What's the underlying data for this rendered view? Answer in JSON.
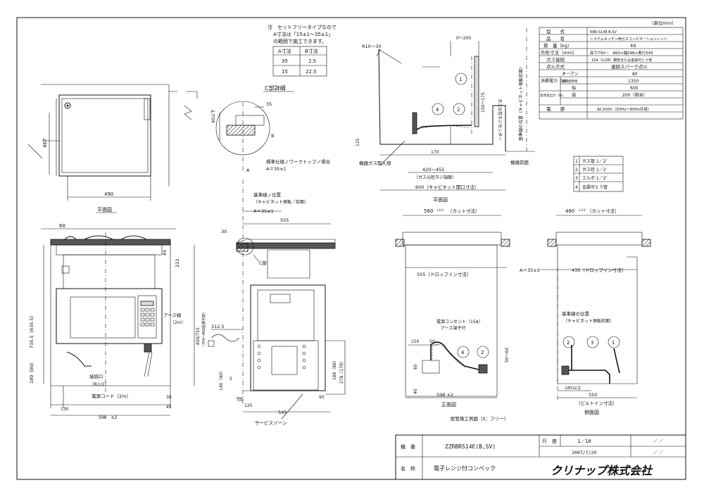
{
  "note": {
    "line1": "注　セットフリータイプなので",
    "line2": "A寸法は「15±1〜35±1」",
    "line3": "の範囲で施工できます。",
    "table_headers": [
      "A寸法",
      "B寸法"
    ],
    "table_rows": [
      [
        "35",
        "2.5"
      ],
      [
        "15",
        "22.5"
      ]
    ]
  },
  "spec": {
    "unit": "（単位mm）",
    "rows": [
      {
        "label": "型　　式",
        "value": "RBR-S14E-B,SV"
      },
      {
        "label": "品　　名",
        "value": "システムキッチン用ガスコンビネーションレンジ"
      },
      {
        "label": "質　量（kg）",
        "value": "49"
      },
      {
        "label": "外形寸法（mm）",
        "value": "高サ750〜　860×幅598×奥行545"
      },
      {
        "label": "ガス接続",
        "value": "15A（1/2B）鋼管または金属可とう管"
      },
      {
        "label": "点火方式",
        "value": "連続スパーク点火"
      }
    ],
    "power_label": "消費電力（W）",
    "power_rows": [
      {
        "sub": "オーブン",
        "value": "80"
      },
      {
        "sub": "同時使用時",
        "value": "1350"
      }
    ],
    "hf_label": "高周波出力（W）",
    "hf_rows": [
      {
        "sub": "強",
        "value": "600"
      },
      {
        "sub": "弱",
        "value": "200（相当）"
      }
    ],
    "source": {
      "label": "電　　源",
      "value": "AC100V（50Hz〜60Hz共用）"
    }
  },
  "parts": [
    {
      "no": "1",
      "name": "ガス管 1／2″"
    },
    {
      "no": "2",
      "name": "ガス栓 1／2″"
    },
    {
      "no": "3",
      "name": "エルボ 1／2″"
    },
    {
      "no": "4",
      "name": "金属可とう管"
    }
  ],
  "views": {
    "plan": "平面図",
    "plan2": "平面図",
    "front": "正面図",
    "side": "側面図",
    "c_detail": "C部詳細",
    "c_part": "C部",
    "piping": "配管施工例図（S：フリー）",
    "service_zone": "サービスゾーン"
  },
  "labels": {
    "worktop": "標準仕様ノワークトップノ場合",
    "a35": "A＝35±1",
    "a35b": "A＝35±1",
    "a35c": "A＝35±1",
    "ref_line": "基準線ノ位置",
    "ref_line_sub": "（キャビネット側板／前面）",
    "ref_line2": "基準線の位置",
    "ref_line2_sub": "（キャビネット側板前面）",
    "gas_inlet": "機器ガス取入部",
    "unit_front": "機器前面",
    "gas_center": "ガス元栓ネジセンター",
    "ref_vertical": "基準線の位置（キャビネット側板前面）",
    "earth": "アース線",
    "earth_len": "（2m）",
    "conn": "接続口",
    "conn_size": "（R1/2）",
    "cord": "電源コード（2m）",
    "outlet": "電源コンセント（15A）",
    "earth_terminal": "アース端子付",
    "range_cut": "（ガス元栓ネジ端面）",
    "cab_open": "600（キャビネット開口寸法）",
    "height_note": "（750〜860設置可能）"
  },
  "dims": {
    "d467": "467",
    "d490": "490",
    "d60": "60",
    "d45": "45",
    "d223": "223",
    "d735": "735.5（635.5）",
    "d180": "180（80）",
    "d130": "130",
    "d598": "598　±2",
    "d30": "30",
    "d45b": "45",
    "d850": "850/755",
    "d312": "312.5",
    "d505": "505",
    "d30b": "30",
    "d140": "140（40）",
    "d5": "5",
    "d50": "50",
    "d125": "125",
    "d545": "545",
    "d90": "90",
    "d188": "188（88）",
    "d278": "278（178）",
    "d40": "40以下",
    "d35": "35",
    "dB": "B",
    "dA": "A",
    "r1030": "R10〜30",
    "d0200": "0〜200",
    "d125b": "125",
    "d170": "170",
    "d150175": "150〜175",
    "d420": "420〜455",
    "d560": "560",
    "d560cut": "（カット寸法）",
    "d555": "555（ドロップイン寸法）",
    "d150": "150",
    "d50b": "50",
    "d60b": "60",
    "d40b": "40",
    "d5060": "50〜60",
    "d598b": "598 ±2",
    "d460": "460",
    "d460cut": "（カット寸法）",
    "d435": "435（ドロップイン寸法）",
    "d165": "165以上",
    "d550": "550",
    "d550sub": "（ビルトイン寸法）",
    "tol": "+4 0"
  },
  "title_block": {
    "model_label": "機　番",
    "model": "ZZRBRS14E(B,SV)",
    "name_label": "名　称",
    "name": "電子レンジ付コンベック",
    "scale_label": "尺　度",
    "scale": "1／10",
    "date": "2007/7/20",
    "blank1": "／ ／",
    "blank2": "／ ／",
    "company": "クリナップ株式会社"
  }
}
